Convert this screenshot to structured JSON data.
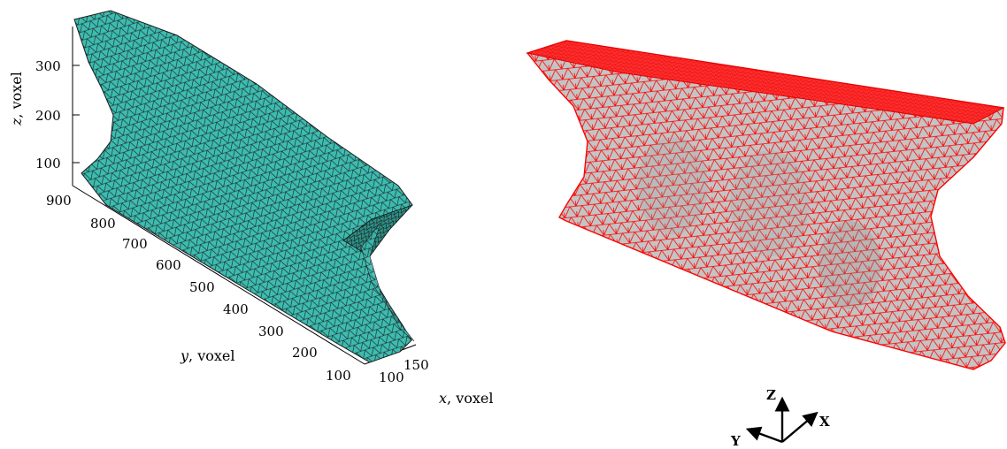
{
  "left_plot": {
    "z_axis": {
      "label_var": "z",
      "label_unit": ", voxel",
      "ticks": [
        "300",
        "200",
        "100"
      ]
    },
    "y_axis": {
      "label_var": "y",
      "label_unit": ", voxel",
      "ticks": [
        "900",
        "800",
        "700",
        "600",
        "500",
        "400",
        "300",
        "200",
        "100"
      ]
    },
    "x_axis": {
      "label_var": "x",
      "label_unit": ", voxel",
      "ticks": [
        "100",
        "150"
      ]
    },
    "surface_color": "#3dbcb0",
    "mesh_color": "#1a1a1a"
  },
  "right_plot": {
    "fill_color": "#c4c4c4",
    "mesh_color": "#ff0000",
    "triad": {
      "z": "Z",
      "y": "Y",
      "x": "X"
    }
  }
}
